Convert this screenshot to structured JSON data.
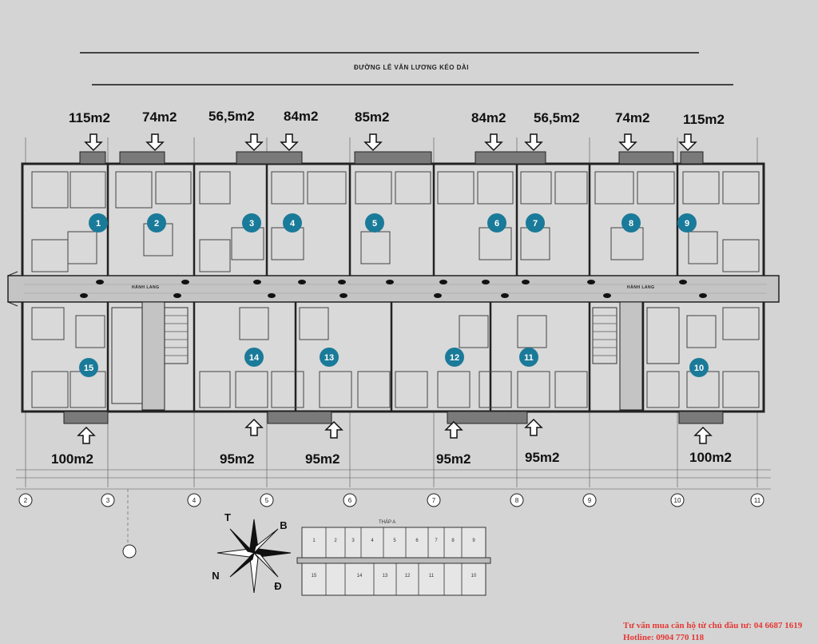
{
  "road_label": "ĐƯỜNG LÊ VĂN LƯƠNG KÉO DÀI",
  "corridor_label": "HÀNH LANG",
  "top_areas": [
    "115m2",
    "74m2",
    "56,5m2",
    "84m2",
    "85m2",
    "84m2",
    "56,5m2",
    "74m2",
    "115m2"
  ],
  "bottom_areas": [
    "100m2",
    "95m2",
    "95m2",
    "95m2",
    "95m2",
    "100m2"
  ],
  "top_units": [
    "1",
    "2",
    "3",
    "4",
    "5",
    "6",
    "7",
    "8",
    "9"
  ],
  "bottom_units": [
    "15",
    "14",
    "13",
    "12",
    "11",
    "10"
  ],
  "grid_axes": [
    "2",
    "3",
    "4",
    "5",
    "6",
    "7",
    "8",
    "9",
    "10",
    "11"
  ],
  "compass": {
    "n": "N",
    "t": "T",
    "b": "B",
    "d": "Đ"
  },
  "key_plan_title": "THÁP A",
  "contact": {
    "consult": "Tư vấn mua căn hộ từ chủ đầu tư: 04 6687 1619",
    "hotline": "Hotline: 0904 770 118"
  },
  "colors": {
    "unit_marker": "#1a7a99",
    "contact_text": "#e53935"
  }
}
